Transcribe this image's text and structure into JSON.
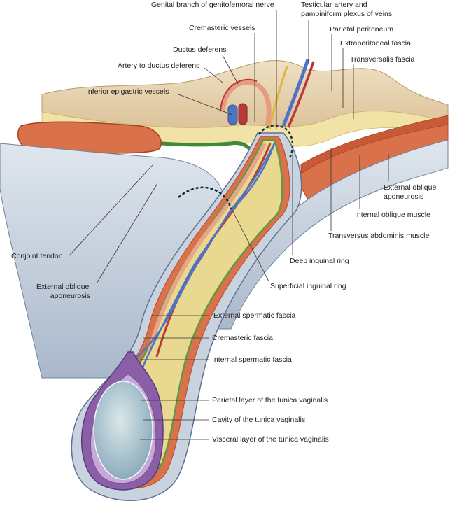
{
  "figure": {
    "subject": "Inguinal canal and spermatic cord layers",
    "colors": {
      "peritoneum": "#e8d3ae",
      "fat": "#f1e2a6",
      "muscle": "#d9724a",
      "muscle_dark": "#c24a2f",
      "fascia_green": "#3f8a3a",
      "aponeurosis": "#c9d3df",
      "aponeurosis_dark": "#8b9bb3",
      "vein": "#4f74c4",
      "artery": "#b83a34",
      "nerve": "#e2b63a",
      "tunica": "#8a5fa8",
      "tunica_light": "#c7a8d9",
      "testis": "#b9cfd6"
    }
  },
  "labels": {
    "genital_branch": "Genital branch of genitofemoral nerve",
    "testicular_artery_l1": "Testicular artery and",
    "testicular_artery_l2": "pampiniform plexus of veins",
    "cremasteric_vessels": "Cremasteric vessels",
    "parietal_peritoneum": "Parietal peritoneum",
    "ductus_deferens": "Ductus deferens",
    "extraperitoneal_fascia": "Extraperitoneal fascia",
    "artery_to_ductus": "Artery to ductus deferens",
    "transversalis_fascia": "Transversalis fascia",
    "inferior_epigastric": "Inferior epigastric vessels",
    "ext_oblique_right_l1": "External oblique",
    "ext_oblique_right_l2": "aponeurosis",
    "internal_oblique": "Internal oblique muscle",
    "transversus_abdominis": "Transversus abdominis muscle",
    "conjoint_tendon": "Conjoint tendon",
    "deep_ring": "Deep inguinal ring",
    "ext_oblique_left_l1": "External oblique",
    "ext_oblique_left_l2": "aponeurosis",
    "superficial_ring": "Superficial inguinal ring",
    "external_spermatic": "External spermatic fascia",
    "cremasteric_fascia": "Cremasteric fascia",
    "internal_spermatic": "Internal spermatic fascia",
    "parietal_tunica": "Parietal layer of the tunica vaginalis",
    "cavity_tunica": "Cavity of the tunica vaginalis",
    "visceral_tunica": "Visceral layer of the tunica vaginalis"
  }
}
